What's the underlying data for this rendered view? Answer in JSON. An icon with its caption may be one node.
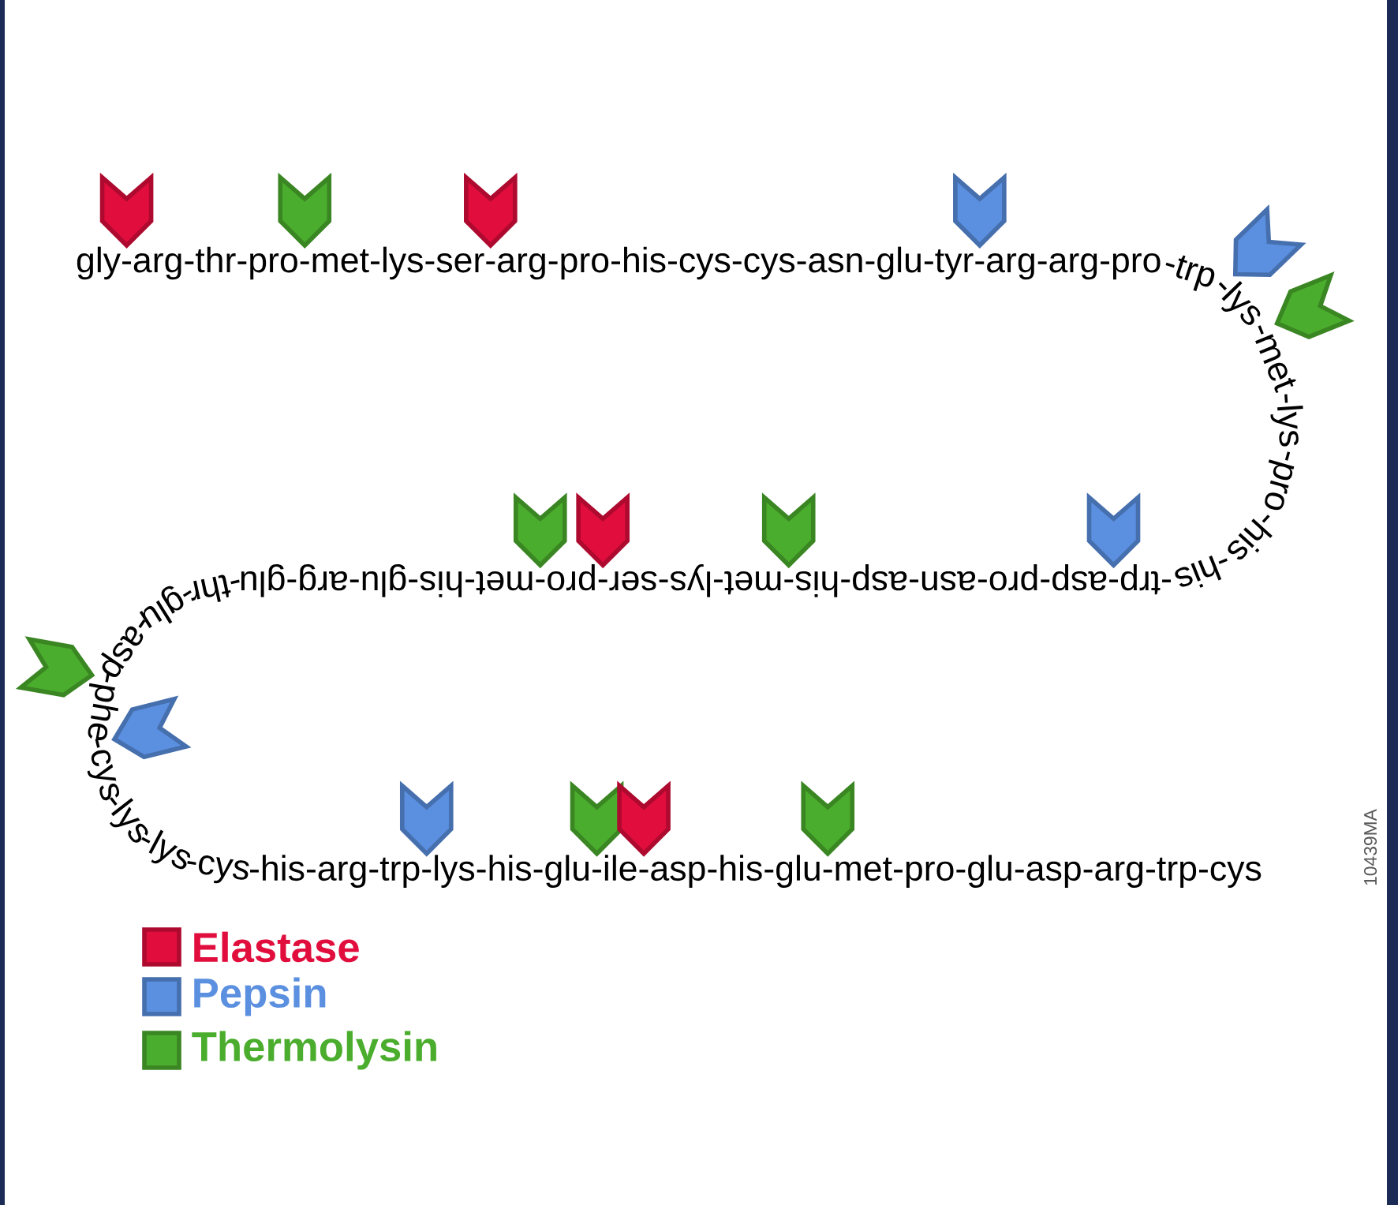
{
  "diagram": {
    "nodes": [
      {
        "text": [],
        "shape": "chevron"
      },
      {
        "text": [],
        "shape": "chevron"
      },
      {
        "text": [],
        "shape": "chevron"
      },
      {
        "text": [],
        "shape": "chevron"
      },
      {
        "text": [],
        "shape": "chevron"
      },
      {
        "text": [],
        "shape": "chevron"
      },
      {
        "text": [],
        "shape": "chevron"
      },
      {
        "text": [],
        "shape": "chevron"
      },
      {
        "text": [],
        "shape": "chevron"
      },
      {
        "text": [],
        "shape": "chevron"
      },
      {
        "text": [],
        "shape": "chevron"
      },
      {
        "text": [],
        "shape": "chevron"
      },
      {
        "text": [],
        "shape": "chevron"
      },
      {
        "text": [],
        "shape": "chevron"
      },
      {
        "text": [],
        "shape": "chevron"
      },
      {
        "text": [],
        "shape": "chevron"
      }
    ],
    "labels": [
      "gly",
      "-arg",
      "-thr",
      "-pro",
      "-met",
      "-lys",
      "-ser",
      "-arg",
      "-pro",
      "-his",
      "-cys",
      "-cys",
      "-asn",
      "-glu",
      "-tyr",
      "-arg",
      "-arg",
      "-pro",
      "-trp",
      "-lys",
      "-met",
      "-lys",
      "-pro",
      "-his",
      "-his",
      "-trp",
      "-asp",
      "-pro",
      "-asn",
      "-asp",
      "-his",
      "-met",
      "-lys",
      "-ser",
      "-pro",
      "-met",
      "-his",
      "-glu",
      "-arg",
      "-glu",
      "-thr",
      "-glu",
      "-asp",
      "-phe",
      "-cys",
      "-lys",
      "-lys",
      "-cys",
      "-his",
      "-arg",
      "-trp",
      "-lys",
      "-his",
      "-glu",
      "-ile",
      "-asp",
      "-his",
      "-glu",
      "-met",
      "-pro",
      "-glu",
      "-asp",
      "-arg",
      "-trp",
      "-cys",
      "10439MA"
    ],
    "legend": [
      {
        "text": "Elastase",
        "color": "#e00d3d"
      },
      {
        "text": "Pepsin",
        "color": "#5b8fe0"
      },
      {
        "text": "Thermolysin",
        "color": "#4bad2d"
      }
    ]
  }
}
